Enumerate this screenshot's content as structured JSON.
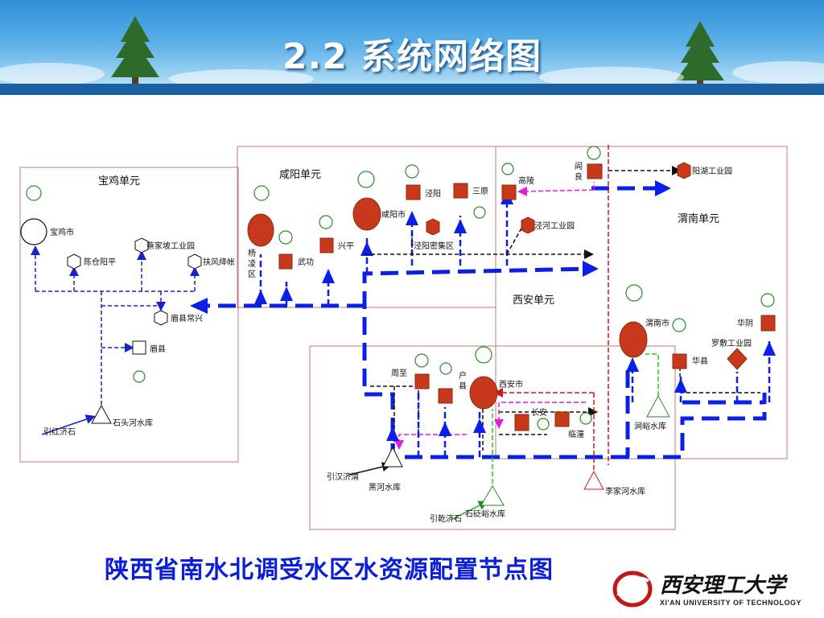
{
  "slide_title": "2.2  系统网络图",
  "caption": "陕西省南水北调受水区水资源配置节点图",
  "logo": {
    "chinese": "西安理工大学",
    "english": "XI'AN UNIVERSITY OF TECHNOLOGY"
  },
  "units": {
    "baoji": "宝鸡单元",
    "xianyang": "咸阳单元",
    "xian": "西安单元",
    "weinan": "渭南单元"
  },
  "nodes": {
    "baoji_city": "宝鸡市",
    "chencang": "陈仓阳平",
    "caijiapo": "蔡家坡工业园",
    "fufeng": "扶风绛帐",
    "meixian_changxing": "眉县常兴",
    "meixian": "眉县",
    "shitouhe": "石头河水库",
    "yinhong": "引红济石",
    "yangling": "杨凌区",
    "wugong": "武功",
    "xingping": "兴平",
    "xianyang_city": "咸阳市",
    "jingyang": "泾阳",
    "sanyuan": "三原",
    "jingyang_cluster": "泾阳密集区",
    "gaoling": "高陵",
    "yanliang": "阎良",
    "yanghu": "阳湖工业园",
    "jinghe_park": "泾河工业园",
    "weinan_city": "渭南市",
    "huayin": "华阴",
    "luofu": "罗敷工业园",
    "huaxian": "华县",
    "jianyu": "涧峪水库",
    "zhouzhi": "周至",
    "huxian": "户县",
    "xian_city": "西安市",
    "chang_an": "长安",
    "lintong": "临潼",
    "heihe": "黑河水库",
    "yinhan": "引汉济渭",
    "shibianyu": "石砭峪水库",
    "yinqian": "引乾济石",
    "lijiahe": "李家河水库"
  },
  "colors": {
    "main_transfer": "#0b1fe6",
    "branch": "#1a22c8",
    "city": "#c8381a",
    "source_symbol": "#2a8a2a",
    "magenta_route": "#e01ee0",
    "red_route": "#d01818",
    "green_route": "#22cc22",
    "caption": "#0b1fd6"
  }
}
